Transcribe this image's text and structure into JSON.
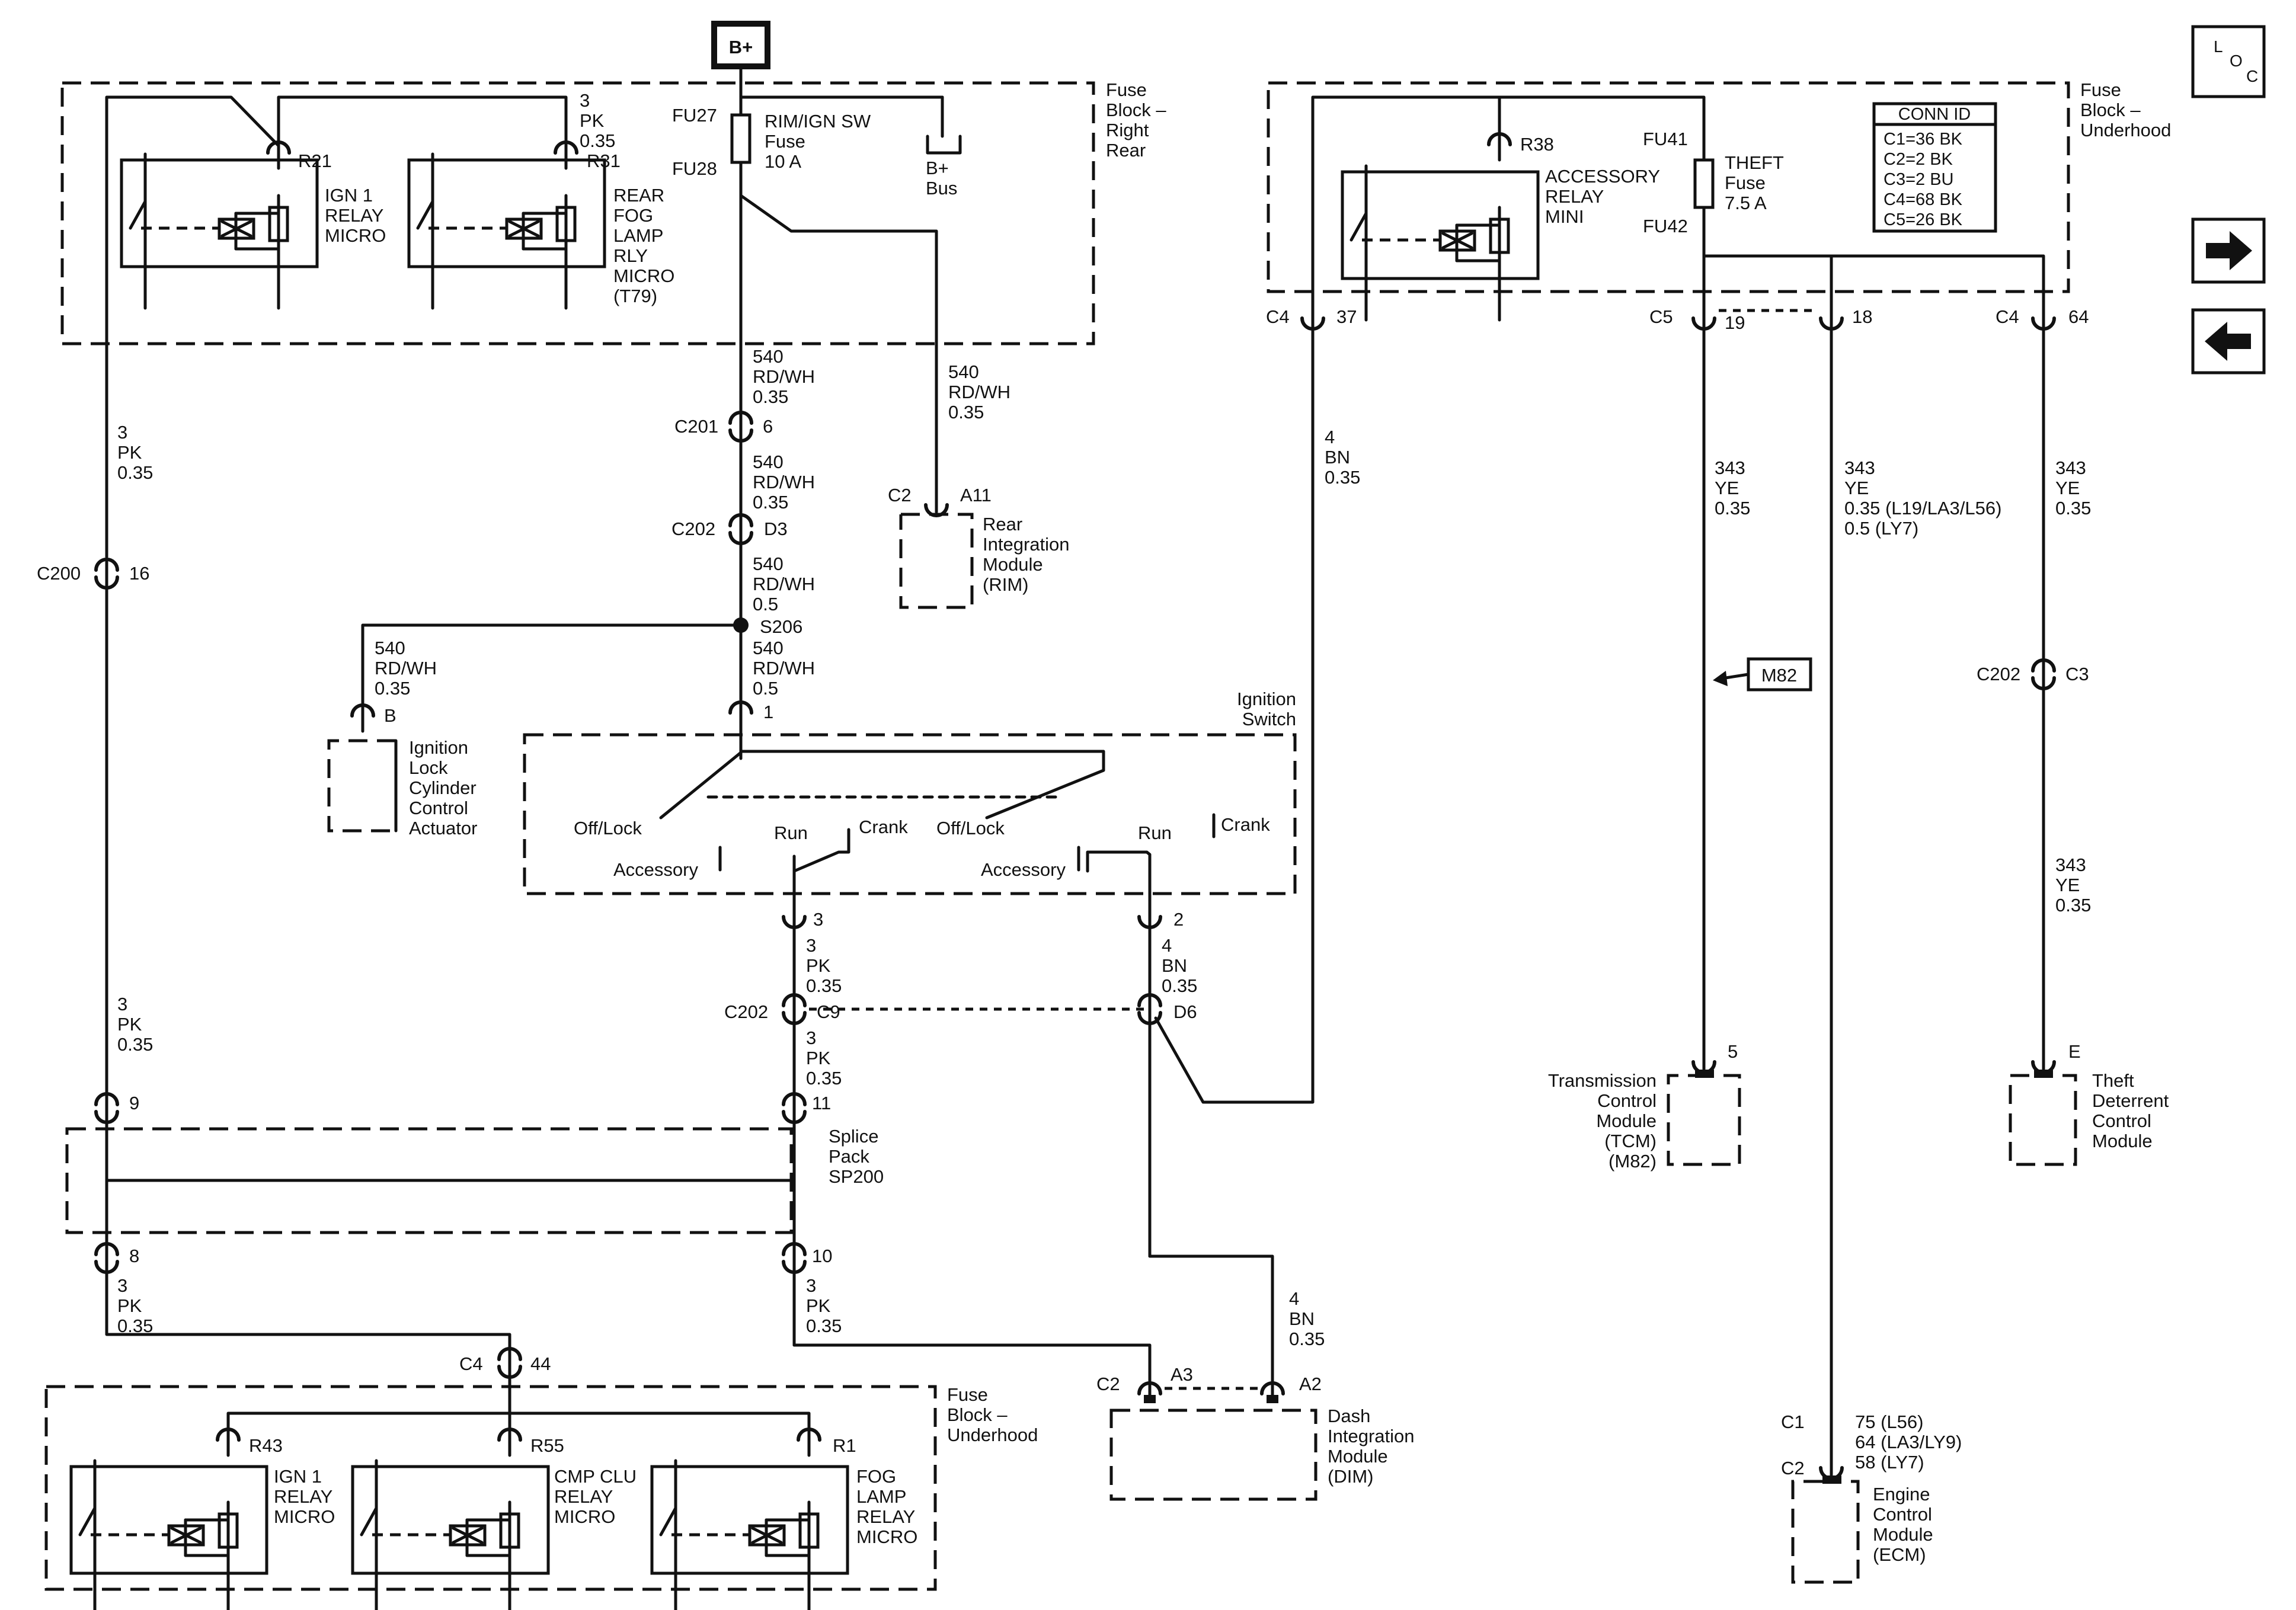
{
  "b_plus": "B+",
  "loc": {
    "l": "L",
    "o": "O",
    "c": "C"
  },
  "nav": {
    "forward_arrow": "arrow-right-icon",
    "back_arrow": "arrow-left-icon"
  },
  "fb_rr": {
    "title": [
      "Fuse",
      "Block –",
      "Right",
      "Rear"
    ]
  },
  "fb_uh": {
    "title": [
      "Fuse",
      "Block –",
      "Underhood"
    ]
  },
  "fb_bot": {
    "title": [
      "Fuse",
      "Block –",
      "Underhood"
    ]
  },
  "conn_id": {
    "title": "CONN ID",
    "rows": [
      "C1=36 BK",
      "C2=2 BK",
      "C3=2 BU",
      "C4=68 BK",
      "C5=26 BK"
    ]
  },
  "fuse_rim": {
    "fu_top": "FU27",
    "fu_bot": "FU28",
    "label": [
      "RIM/IGN SW",
      "Fuse",
      "10 A"
    ]
  },
  "fuse_theft": {
    "fu_top": "FU41",
    "fu_bot": "FU42",
    "label": [
      "THEFT",
      "Fuse",
      "7.5 A"
    ]
  },
  "bplus_bus": [
    "B+",
    "Bus"
  ],
  "relays": {
    "r21": {
      "pin": "R21",
      "label": [
        "IGN 1",
        "RELAY",
        "MICRO"
      ]
    },
    "r31": {
      "pin": "R31",
      "label": [
        "REAR",
        "FOG",
        "LAMP",
        "RLY",
        "MICRO",
        "(T79)"
      ]
    },
    "r38": {
      "pin": "R38",
      "label": [
        "ACCESSORY",
        "RELAY",
        "MINI"
      ]
    },
    "r43": {
      "pin": "R43",
      "label": [
        "IGN 1",
        "RELAY",
        "MICRO"
      ]
    },
    "r55": {
      "pin": "R55",
      "label": [
        "CMP CLU",
        "RELAY",
        "MICRO"
      ]
    },
    "r1": {
      "pin": "R1",
      "label": [
        "FOG",
        "LAMP",
        "RELAY",
        "MICRO"
      ]
    }
  },
  "wires": {
    "pk_top": [
      "3",
      "PK",
      "0.35"
    ],
    "pk_left_a": [
      "3",
      "PK",
      "0.35"
    ],
    "pk_left_b": [
      "3",
      "PK",
      "0.35"
    ],
    "pk_left_c": [
      "3",
      "PK",
      "0.35"
    ],
    "rdwh_a": [
      "540",
      "RD/WH",
      "0.35"
    ],
    "rdwh_b": [
      "540",
      "RD/WH",
      "0.35"
    ],
    "rdwh_c": [
      "540",
      "RD/WH",
      "0.5"
    ],
    "rdwh_d": [
      "540",
      "RD/WH",
      "0.5"
    ],
    "rdwh_e": [
      "540",
      "RD/WH",
      "0.35"
    ],
    "rdwh_rim": [
      "540",
      "RD/WH",
      "0.35"
    ],
    "pk_mid_a": [
      "3",
      "PK",
      "0.35"
    ],
    "pk_mid_b": [
      "3",
      "PK",
      "0.35"
    ],
    "pk_mid_c": [
      "3",
      "PK",
      "0.35"
    ],
    "bn_sw": [
      "4",
      "BN",
      "0.35"
    ],
    "bn_dim": [
      "4",
      "BN",
      "0.35"
    ],
    "bn_c4": [
      "4",
      "BN",
      "0.35"
    ],
    "ye_tcm": [
      "343",
      "YE",
      "0.35"
    ],
    "ye_ecm": [
      "343",
      "YE",
      "0.35 (L19/LA3/L56)",
      "0.5 (LY7)"
    ],
    "ye_tdm_a": [
      "343",
      "YE",
      "0.35"
    ],
    "ye_tdm_b": [
      "343",
      "YE",
      "0.35"
    ]
  },
  "connectors": {
    "c201": {
      "name": "C201",
      "pin": "6"
    },
    "c202_d3": {
      "name": "C202",
      "pin": "D3"
    },
    "s206": "S206",
    "c200": {
      "name": "C200",
      "pin": "16"
    },
    "c2_a11": {
      "name": "C2",
      "pin": "A11"
    },
    "b_pin": "B",
    "sw_1": "1",
    "sw_3": "3",
    "sw_2": "2",
    "c202_c9": {
      "name": "C202",
      "pin": "C9"
    },
    "d6": "D6",
    "sp_9": "9",
    "sp_11": "11",
    "sp_8": "8",
    "sp_10": "10",
    "c4_44": {
      "name": "C4",
      "pin": "44"
    },
    "c4_37": {
      "name": "C4",
      "pin": "37"
    },
    "c5_19": {
      "name": "C5",
      "pin": "19"
    },
    "p18": "18",
    "c4_64": {
      "name": "C4",
      "pin": "64"
    },
    "c202_c3": {
      "name": "C202",
      "pin": "C3"
    },
    "c2_a3": {
      "name": "C2",
      "pin": "A3"
    },
    "a2": "A2",
    "tcm_5": "5",
    "tdm_e": "E",
    "ecm_c1": "C1",
    "ecm_c2": "C2",
    "ecm_pins": [
      "75 (L56)",
      "64 (LA3/LY9)",
      "58 (LY7)"
    ]
  },
  "option_m82": "M82",
  "ignition_switch": {
    "title": [
      "Ignition",
      "Switch"
    ],
    "off_lock_1": "Off/Lock",
    "accessory_1": "Accessory",
    "run_1": "Run",
    "crank_1": "Crank",
    "off_lock_2": "Off/Lock",
    "accessory_2": "Accessory",
    "run_2": "Run",
    "crank_2": "Crank"
  },
  "splice_pack": [
    "Splice",
    "Pack",
    "SP200"
  ],
  "modules": {
    "rim": [
      "Rear",
      "Integration",
      "Module",
      "(RIM)"
    ],
    "ilcca": [
      "Ignition",
      "Lock",
      "Cylinder",
      "Control",
      "Actuator"
    ],
    "dim": [
      "Dash",
      "Integration",
      "Module",
      "(DIM)"
    ],
    "tcm": [
      "Transmission",
      "Control",
      "Module",
      "(TCM)",
      "(M82)"
    ],
    "tdm": [
      "Theft",
      "Deterrent",
      "Control",
      "Module"
    ],
    "ecm": [
      "Engine",
      "Control",
      "Module",
      "(ECM)"
    ]
  }
}
